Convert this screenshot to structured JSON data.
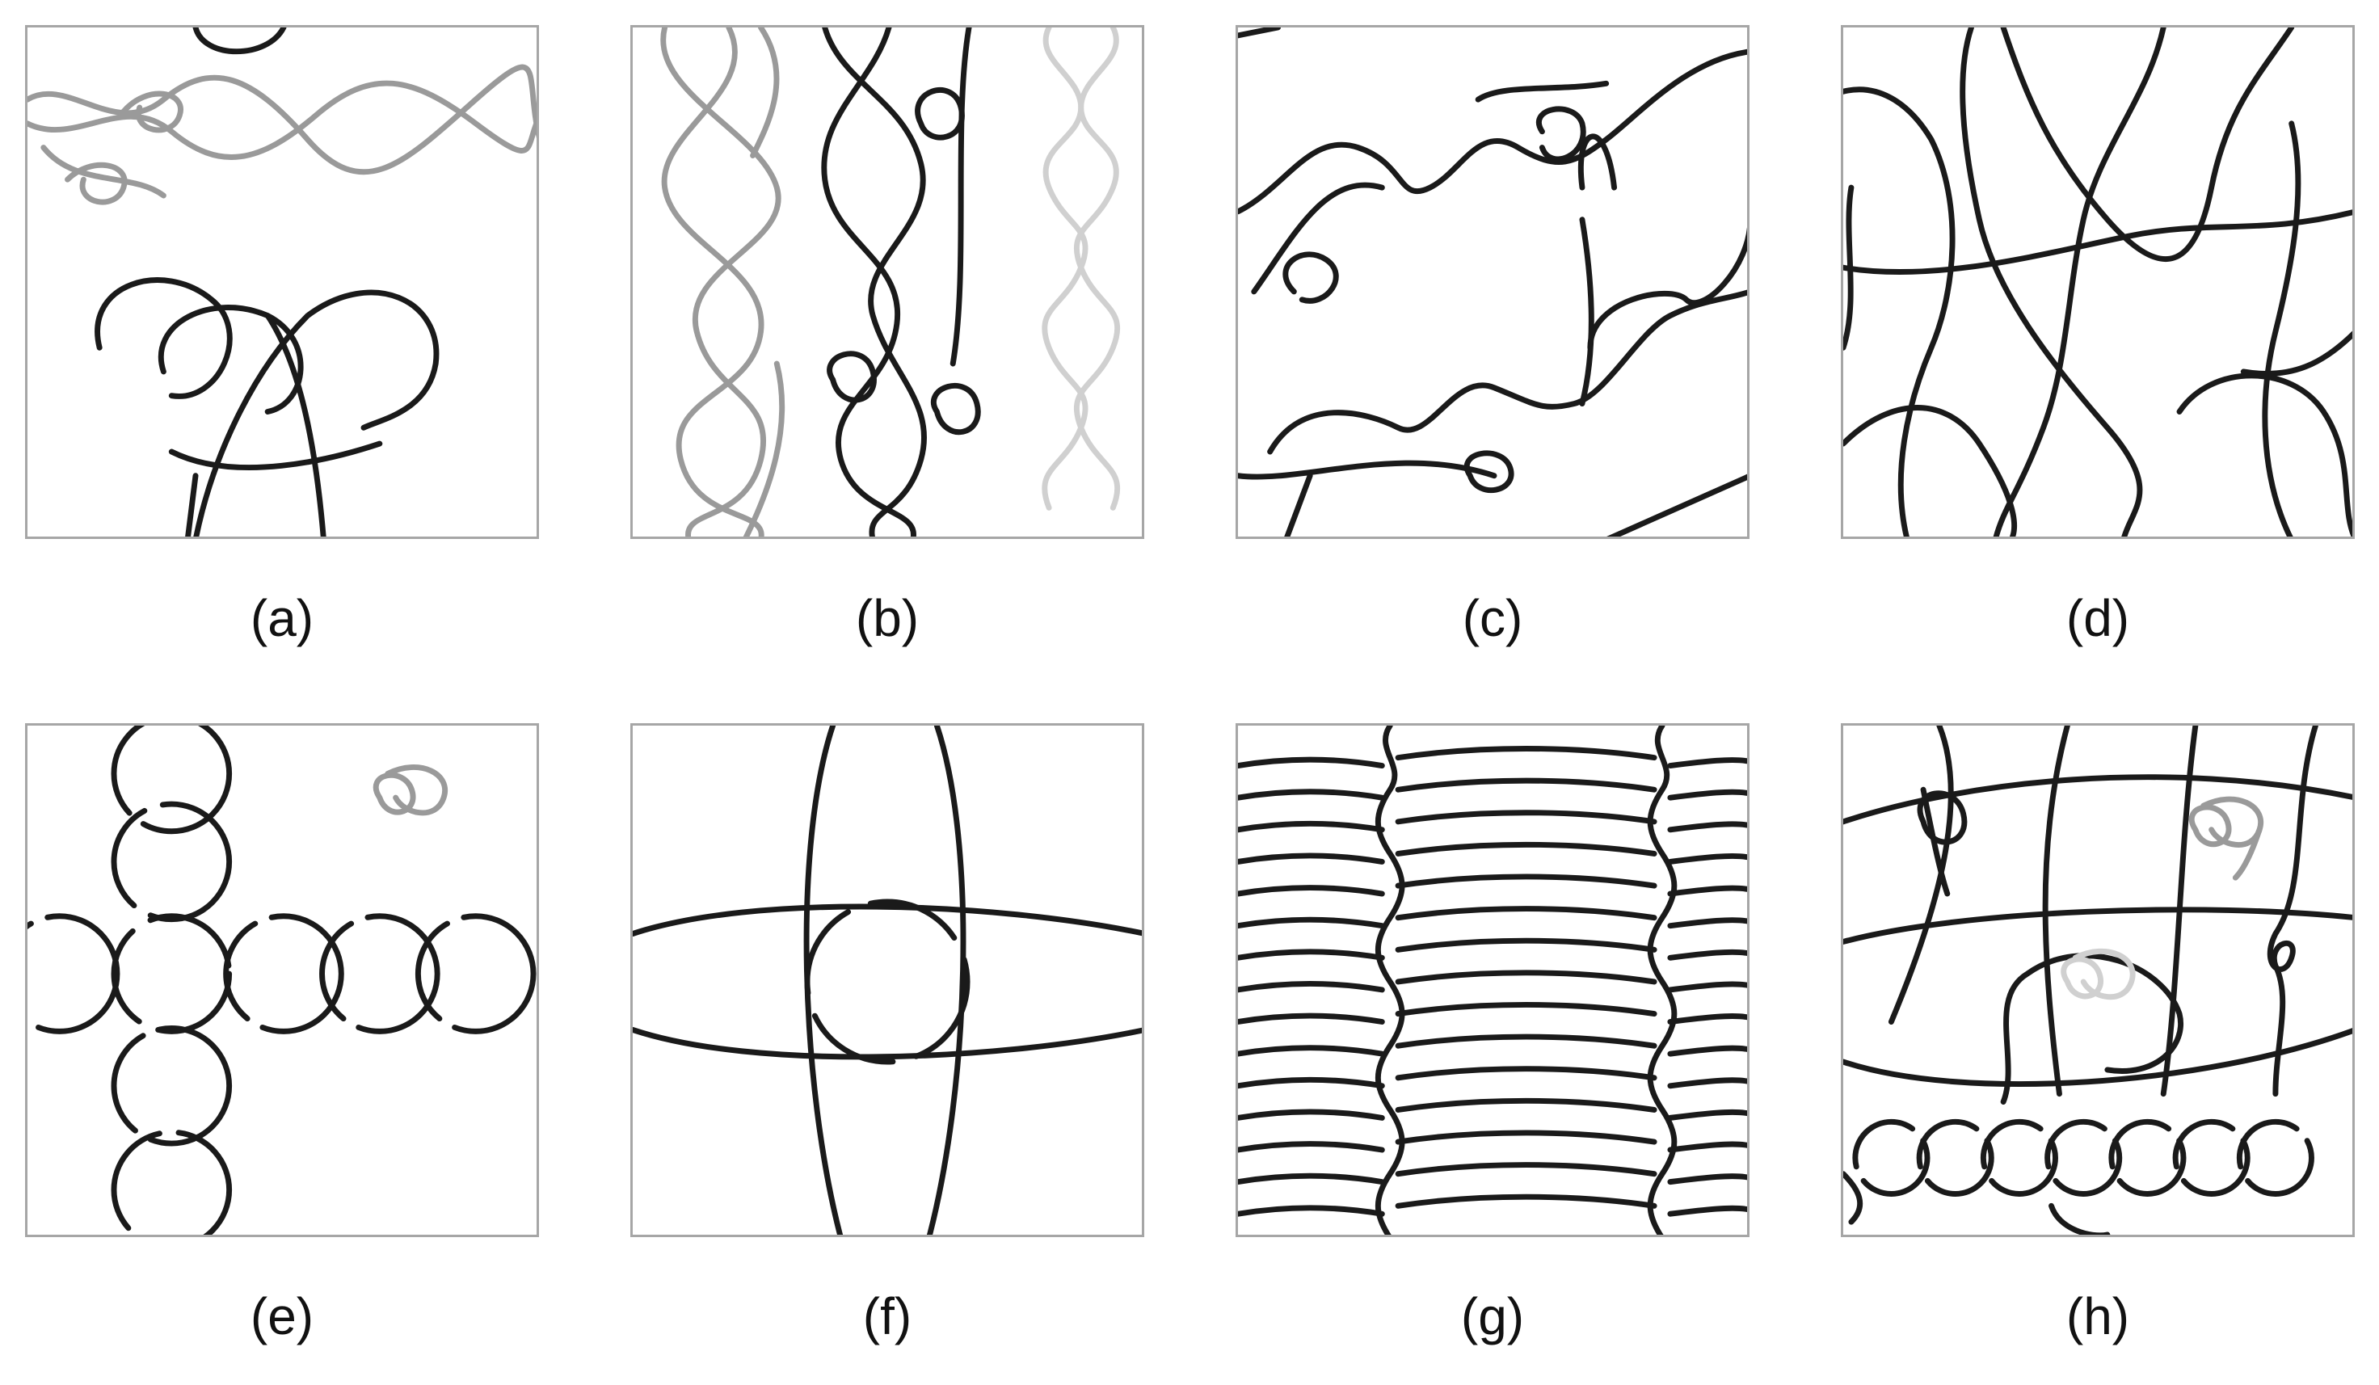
{
  "figure": {
    "panels": [
      {
        "id": "a",
        "label": "(a)"
      },
      {
        "id": "b",
        "label": "(b)"
      },
      {
        "id": "c",
        "label": "(c)"
      },
      {
        "id": "d",
        "label": "(d)"
      },
      {
        "id": "e",
        "label": "(e)"
      },
      {
        "id": "f",
        "label": "(f)"
      },
      {
        "id": "g",
        "label": "(g)"
      },
      {
        "id": "h",
        "label": "(h)"
      }
    ],
    "colors": {
      "dark": "#1a1a1a",
      "mid": "#9a9a9a",
      "light": "#d0d0d0",
      "frame": "#a6a6a6"
    }
  }
}
